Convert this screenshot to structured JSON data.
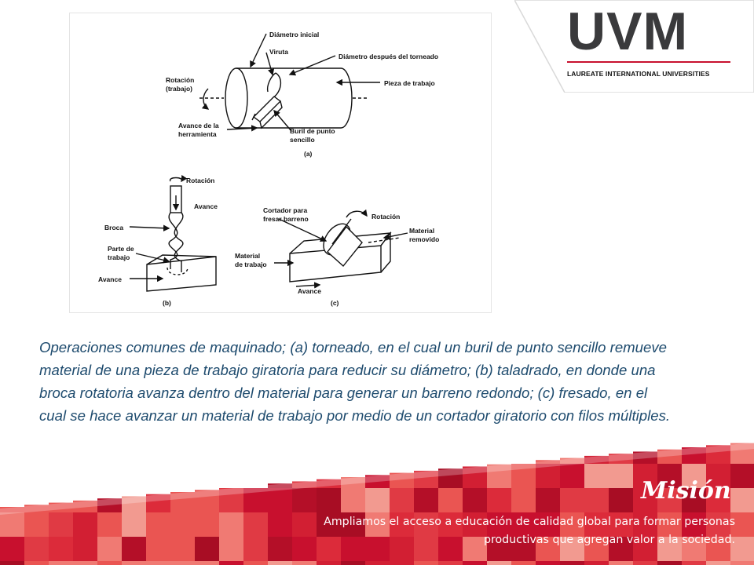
{
  "logo": {
    "brand": "UVM",
    "subtitle": "LAUREATE INTERNATIONAL UNIVERSITIES",
    "colors": {
      "gray": "#3a3a3c",
      "red": "#c8102e"
    }
  },
  "figure": {
    "labels_a": {
      "diametro_inicial": "Diámetro inicial",
      "viruta": "Viruta",
      "diametro_despues": "Diámetro después del torneado",
      "rotacion_1": "Rotación",
      "rotacion_2": "(trabajo)",
      "pieza": "Pieza de trabajo",
      "avance_1": "Avance de la",
      "avance_2": "herramienta",
      "buril_1": "Buril de punto",
      "buril_2": "sencillo",
      "tag": "(a)"
    },
    "labels_b": {
      "rotacion": "Rotación",
      "avance_top": "Avance",
      "broca": "Broca",
      "parte_1": "Parte de",
      "parte_2": "trabajo",
      "avance_side": "Avance",
      "tag": "(b)"
    },
    "labels_c": {
      "cortador_1": "Cortador para",
      "cortador_2": "fresar barreno",
      "rotacion": "Rotación",
      "removido_1": "Material",
      "removido_2": "removido",
      "material_1": "Material",
      "material_2": "de trabajo",
      "avance": "Avance",
      "tag": "(c)"
    }
  },
  "caption": "Operaciones comunes de maquinado; (a) torneado, en el cual un buril de punto sencillo remueve material de una pieza de trabajo giratoria para reducir su diámetro; (b) taladrado, en donde una broca rotatoria avanza dentro del material para generar un barreno redondo; (c) fresado, en el cual se hace avanzar un material de trabajo por medio de un cortador giratorio con filos múltiples.",
  "mision": {
    "title": "Misión",
    "text": "Ampliamos el acceso a educación de calidad global para formar personas productivas que agregan valor a la sociedad."
  }
}
